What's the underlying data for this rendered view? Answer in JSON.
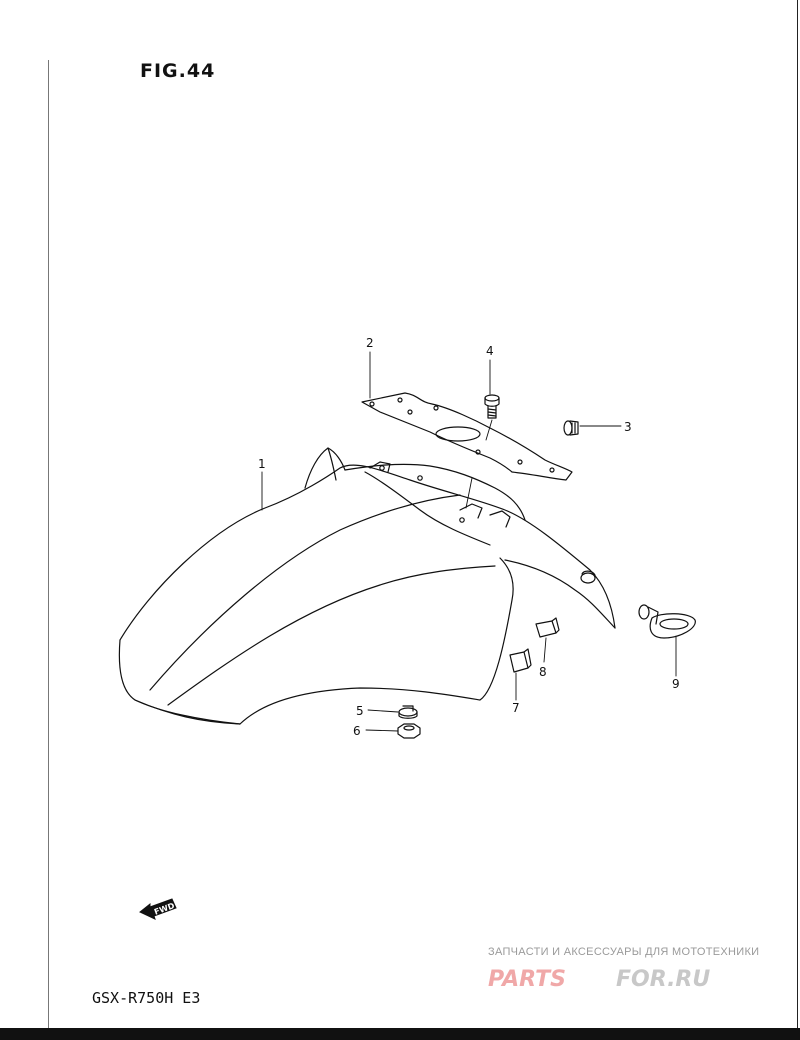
{
  "figure": {
    "title": "FIG.44"
  },
  "model": {
    "code": "GSX-R750H E3"
  },
  "direction_arrow": {
    "label": "FWD",
    "icon": "forward-arrow-icon"
  },
  "callouts": [
    {
      "number": "1",
      "part": "front-fender"
    },
    {
      "number": "2",
      "part": "fender-brace"
    },
    {
      "number": "3",
      "part": "screw"
    },
    {
      "number": "4",
      "part": "screw"
    },
    {
      "number": "5",
      "part": "washer"
    },
    {
      "number": "6",
      "part": "nut"
    },
    {
      "number": "7",
      "part": "cushion"
    },
    {
      "number": "8",
      "part": "cushion"
    },
    {
      "number": "9",
      "part": "reflector-grommet"
    }
  ],
  "watermark": {
    "caption": "ЗАПЧАСТИ И АКСЕССУАРЫ ДЛЯ МОТОТЕХНИКИ",
    "brand_left": "PARTS",
    "brand_right": "FOR.RU",
    "colors": {
      "left": "#f0a8a8",
      "right": "#c8c8c8"
    }
  }
}
